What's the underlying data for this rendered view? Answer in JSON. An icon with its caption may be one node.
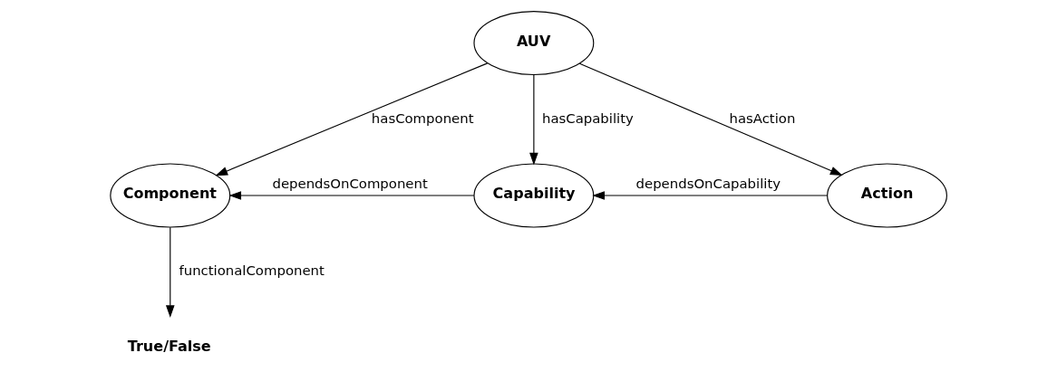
{
  "diagram": {
    "nodes": [
      {
        "text": [
          "AUV"
        ]
      },
      {
        "text": [
          "Component"
        ]
      },
      {
        "text": [
          "Capability"
        ]
      },
      {
        "text": [
          "Action"
        ]
      },
      {
        "text": [
          "True/False"
        ]
      }
    ],
    "edges": [
      {
        "from": 0,
        "to": 1,
        "arrow": "to",
        "label": "hasComponent"
      },
      {
        "from": 0,
        "to": 2,
        "arrow": "to",
        "label": "hasCapability"
      },
      {
        "from": 0,
        "to": 3,
        "arrow": "to",
        "label": "hasAction"
      },
      {
        "from": 2,
        "to": 1,
        "arrow": "to",
        "label": "dependsOnComponent"
      },
      {
        "from": 3,
        "to": 2,
        "arrow": "to",
        "label": "dependsOnCapability"
      },
      {
        "from": 1,
        "to": 4,
        "arrow": "to",
        "label": "functionalComponent"
      }
    ]
  }
}
